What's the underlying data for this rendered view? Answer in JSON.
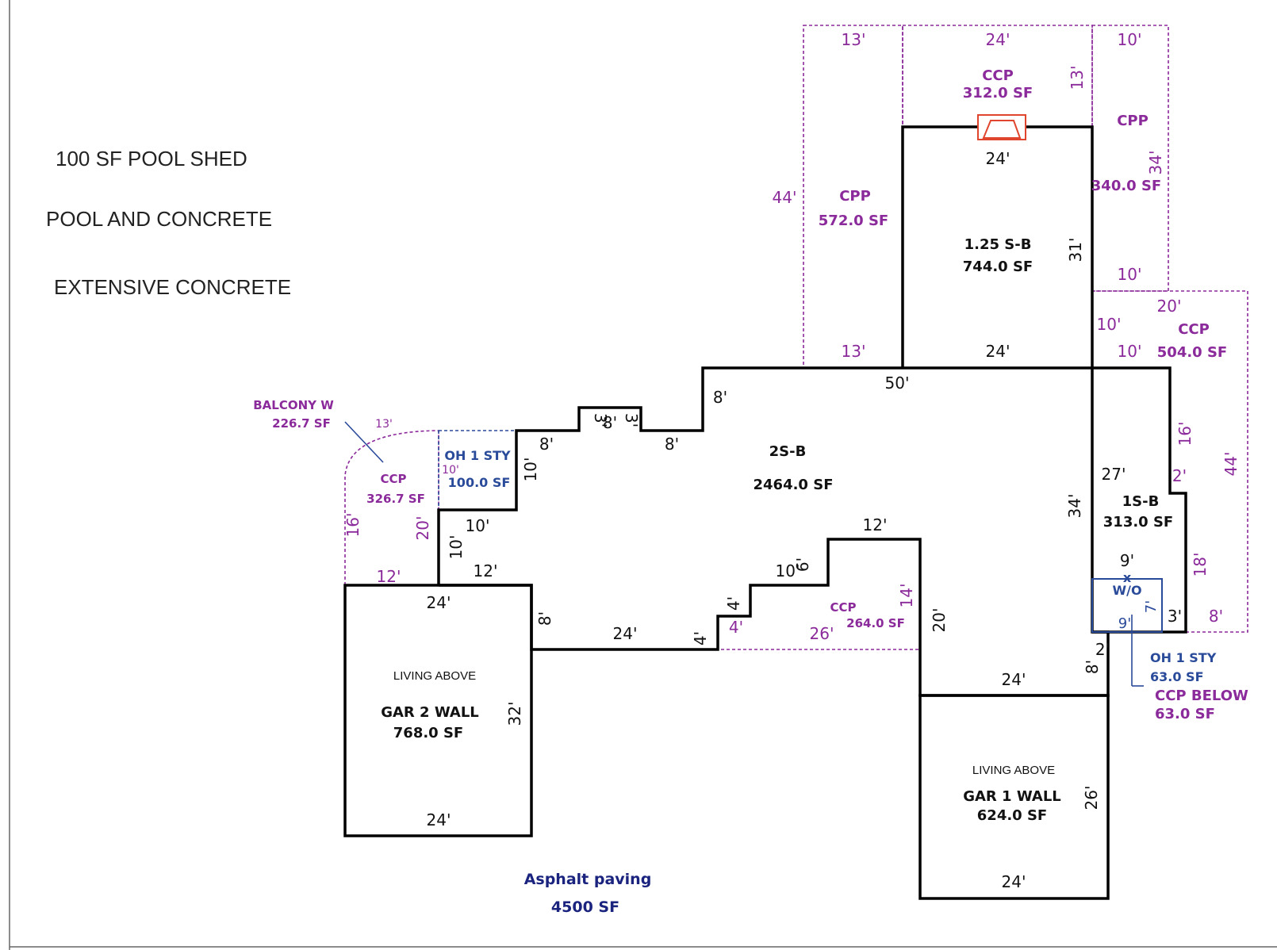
{
  "notes": [
    "100 SF POOL SHED",
    "POOL AND CONCRETE",
    "EXTENSIVE CONCRETE"
  ],
  "areas": {
    "main": {
      "code": "2S-B",
      "area": "2464.0 SF"
    },
    "upper": {
      "code": "1.25 S-B",
      "area": "744.0 SF"
    },
    "side": {
      "code": "1S-B",
      "area": "313.0 SF"
    },
    "gar2": {
      "note": "LIVING ABOVE",
      "code": "GAR 2 WALL",
      "area": "768.0 SF"
    },
    "gar1": {
      "note": "LIVING ABOVE",
      "code": "GAR 1 WALL",
      "area": "624.0 SF"
    },
    "ccp_top": {
      "code": "CCP",
      "area": "312.0 SF"
    },
    "cpp_left": {
      "code": "CPP",
      "area": "572.0 SF"
    },
    "cpp_right": {
      "code": "CPP",
      "area": "340.0 SF"
    },
    "ccp_right": {
      "code": "CCP",
      "area": "504.0 SF"
    },
    "ccp_mid": {
      "code": "CCP",
      "area": "264.0 SF"
    },
    "balcony": {
      "code": "BALCONY W",
      "area": "226.7 SF"
    },
    "ccp_left": {
      "code": "CCP",
      "area": "326.7 SF"
    },
    "oh_left": {
      "code": "OH 1 STY",
      "area": "100.0 SF"
    },
    "wo": {
      "code": "W/O"
    },
    "oh_right": {
      "code": "OH 1 STY",
      "area": "63.0 SF"
    },
    "ccp_below": {
      "code": "CCP BELOW",
      "area": "63.0 SF"
    },
    "asphalt": {
      "code": "Asphalt paving",
      "area": "4500 SF"
    }
  },
  "dims": {
    "top13": "13'",
    "top24": "24'",
    "top10": "10'",
    "ccp13": "13'",
    "up24a": "24'",
    "cpp34": "34'",
    "cpp44": "44'",
    "up31": "31'",
    "r10a": "10'",
    "r20": "20'",
    "r10b": "10'",
    "r10c": "10'",
    "b13": "13'",
    "b24": "24'",
    "m50": "50'",
    "m8a": "8'",
    "m3a": "3'",
    "m8b": "8'",
    "m3b": "3'",
    "m8c": "8'",
    "m8d": "8'",
    "m10a": "10'",
    "oh10": "10'",
    "bal13": "13'",
    "l16": "16'",
    "l20": "20'",
    "l10": "10'",
    "l10b": "10'",
    "l12a": "12'",
    "l12b": "12'",
    "g24a": "24'",
    "g8": "8'",
    "g32": "32'",
    "g24b": "24'",
    "s24": "24'",
    "s4a": "4'",
    "s4b": "4'",
    "s4c": "4'",
    "s10": "10'",
    "s6": "6'",
    "s12": "12'",
    "s14": "14'",
    "s26": "26'",
    "s20": "20'",
    "r34": "34'",
    "r27": "27'",
    "r16": "16'",
    "r2": "2'",
    "r44": "44'",
    "r18": "18'",
    "r9a": "9'",
    "r7": "7'",
    "r9b": "9'",
    "r3": "3'",
    "r8": "8'",
    "r2b": "2'",
    "r8b": "8'",
    "g1_24a": "24'",
    "g1_26": "26'",
    "g1_24b": "24'"
  },
  "colors": {
    "wall": "#000000",
    "porch": "#8b2a9a",
    "overhang": "#2a4a9a",
    "paving": "#1a237e",
    "fireplace": "#e0452d"
  }
}
